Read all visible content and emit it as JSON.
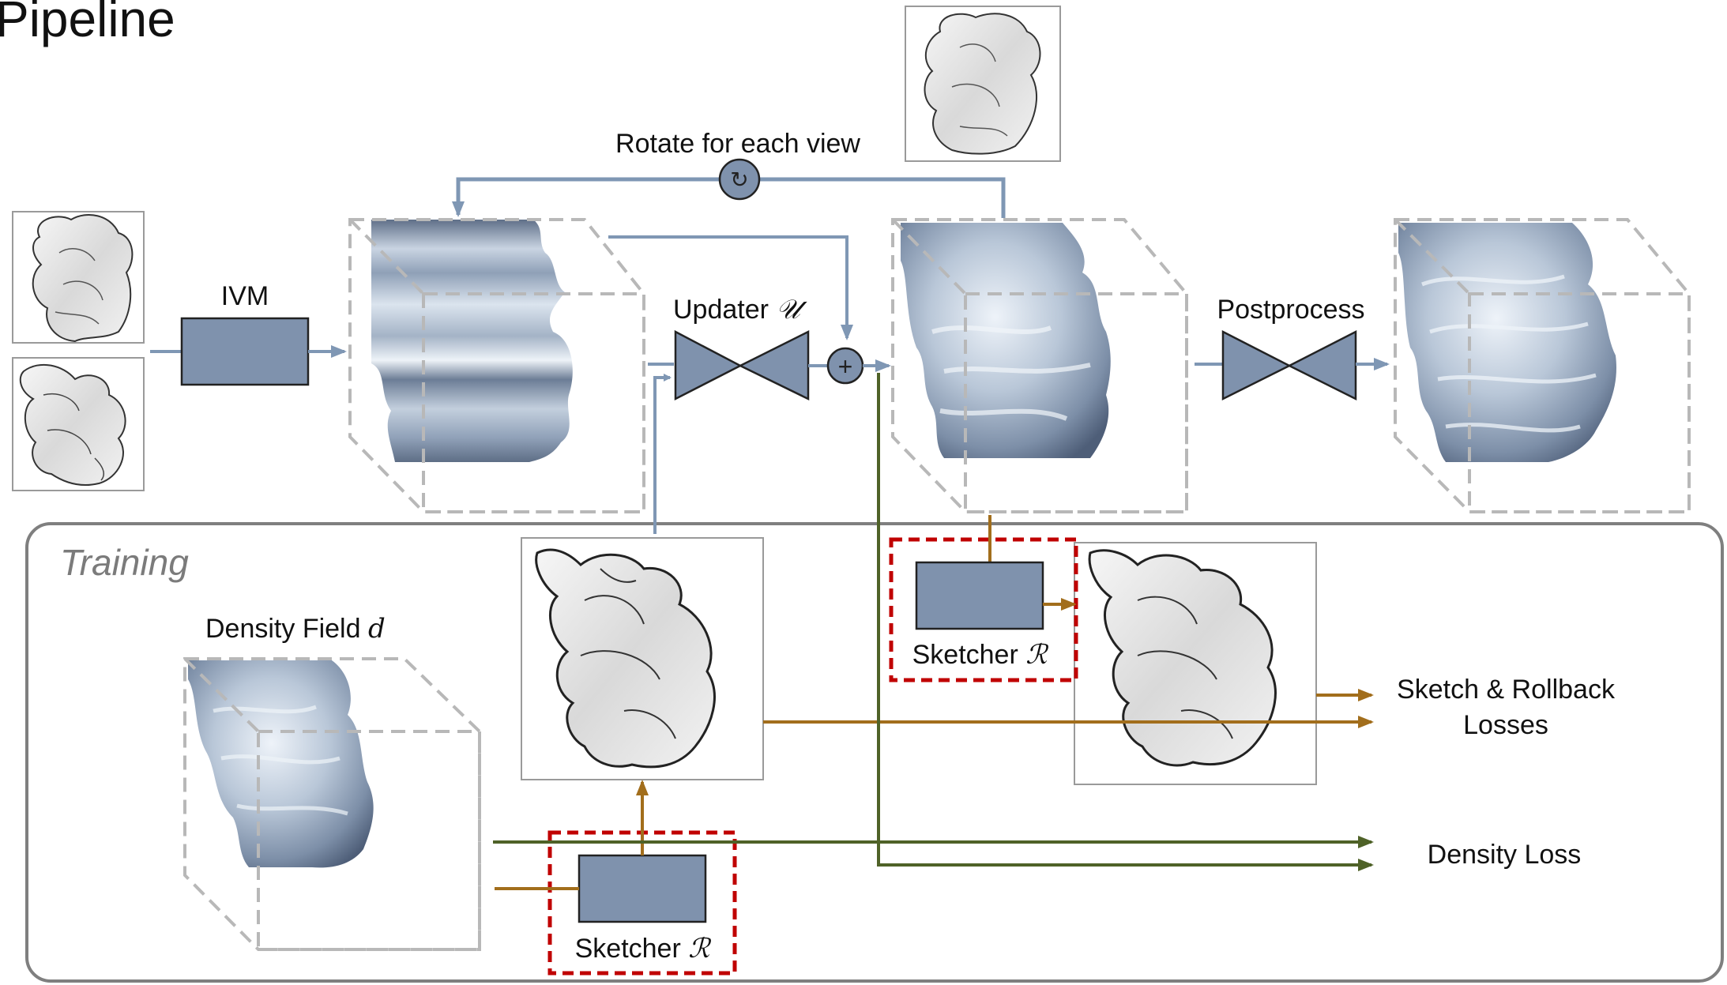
{
  "title": "Pipeline",
  "labels": {
    "ivm": "IVM",
    "rotate": "Rotate for each view",
    "updater": "Updater",
    "updater_symbol": "𝒰",
    "postprocess": "Postprocess",
    "training": "Training",
    "density_field": "Density Field",
    "density_symbol": "d",
    "sketcher": "Sketcher",
    "sketcher_symbol": "ℛ",
    "sketch_losses_line1": "Sketch & Rollback",
    "sketch_losses_line2": "Losses",
    "density_loss": "Density Loss",
    "plus_symbol": "+",
    "rotate_symbol": "↻"
  },
  "colors": {
    "flow_arrow": "#7f97b4",
    "module_fill": "#7f92ad",
    "sketch_arrow": "#a26e1c",
    "density_arrow": "#4f6228",
    "sketcher_frame": "#c00000",
    "cube_dash": "#b8b8b8",
    "training_border": "#7f7f7f"
  }
}
